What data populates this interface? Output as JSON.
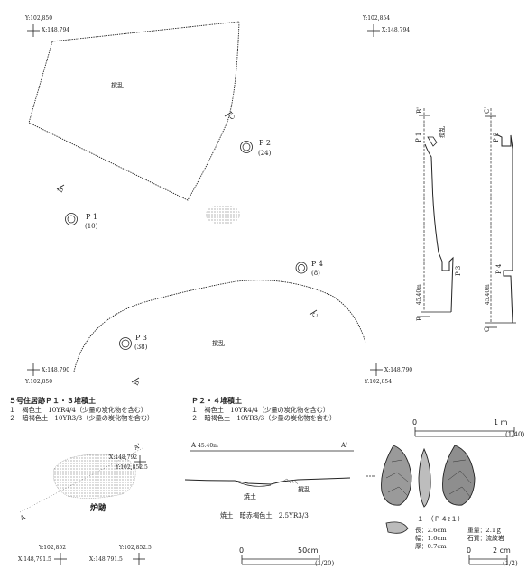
{
  "plan": {
    "coords": [
      {
        "y": "Y:102,850",
        "x": "X:148,794"
      },
      {
        "y": "Y:102,854",
        "x": "X:148,794"
      },
      {
        "y": "Y:102,850",
        "x": "X:148,790"
      },
      {
        "y": "Y:102,854",
        "x": "X:148,790"
      }
    ],
    "disturbance_label_upper": "撹乱",
    "disturbance_label_lower": "撹乱",
    "pits": [
      {
        "label": "P 1",
        "depth": "(10)"
      },
      {
        "label": "P 2",
        "depth": "(24)"
      },
      {
        "label": "P 3",
        "depth": "(38)"
      },
      {
        "label": "P 4",
        "depth": "(8)"
      }
    ],
    "section_marks": {
      "b": "B",
      "b_prime": "B'",
      "c": "C",
      "c_prime": "C'"
    }
  },
  "sections": {
    "b_top": "B'",
    "b_bottom": "B",
    "c_top": "C'",
    "c_bottom": "C",
    "elevation_b": "45.40m",
    "elevation_c": "45.40m",
    "disturbance": "撹乱",
    "pits": [
      "P 1",
      "P 3",
      "P 2",
      "P 4"
    ]
  },
  "legends": {
    "p13": {
      "title": "５号住居跡Ｐ１・３堆積土",
      "line1": "１　褐色土　10YR4/4（少量の炭化物を含む）",
      "line2": "２　暗褐色土　10YR3/3（少量の炭化物を含む）"
    },
    "p24": {
      "title": "Ｐ２・４堆積土",
      "line1": "１　褐色土　10YR4/4（少量の炭化物を含む）",
      "line2": "２　暗褐色土　10YR3/3（少量の炭化物を含む）"
    }
  },
  "scale_main": {
    "zero": "0",
    "max": "1 m",
    "ratio": "(1/40)"
  },
  "hearth": {
    "label": "炉跡",
    "a_mark": "A",
    "a_prime_mark": "A'",
    "coords": [
      {
        "x": "X:148,792",
        "y": "Y:102,852.5"
      },
      {
        "y": "Y:102,852",
        "x": "X:148,791.5"
      },
      {
        "y": "Y:102,852.5",
        "x": "X:148,791.5"
      }
    ],
    "section": {
      "a": "A",
      "a_prime": "A'",
      "elevation": "45.40m",
      "burnt_soil": "焼土",
      "disturbance": "撹乱",
      "soil_note": "焼土　暗赤褐色土　2.5YR3/3"
    },
    "scale": {
      "zero": "0",
      "max": "50cm",
      "ratio": "(1/20)"
    }
  },
  "artifact": {
    "caption": "１　（Ｐ４ℓ１）",
    "length": "長：2.6cm",
    "width": "幅：1.6cm",
    "thickness": "厚：0.7cm",
    "weight": "重量：2.1ｇ",
    "stone": "石質：流紋岩",
    "scale": {
      "zero": "0",
      "max": "2 cm",
      "ratio": "(1/2)"
    }
  }
}
